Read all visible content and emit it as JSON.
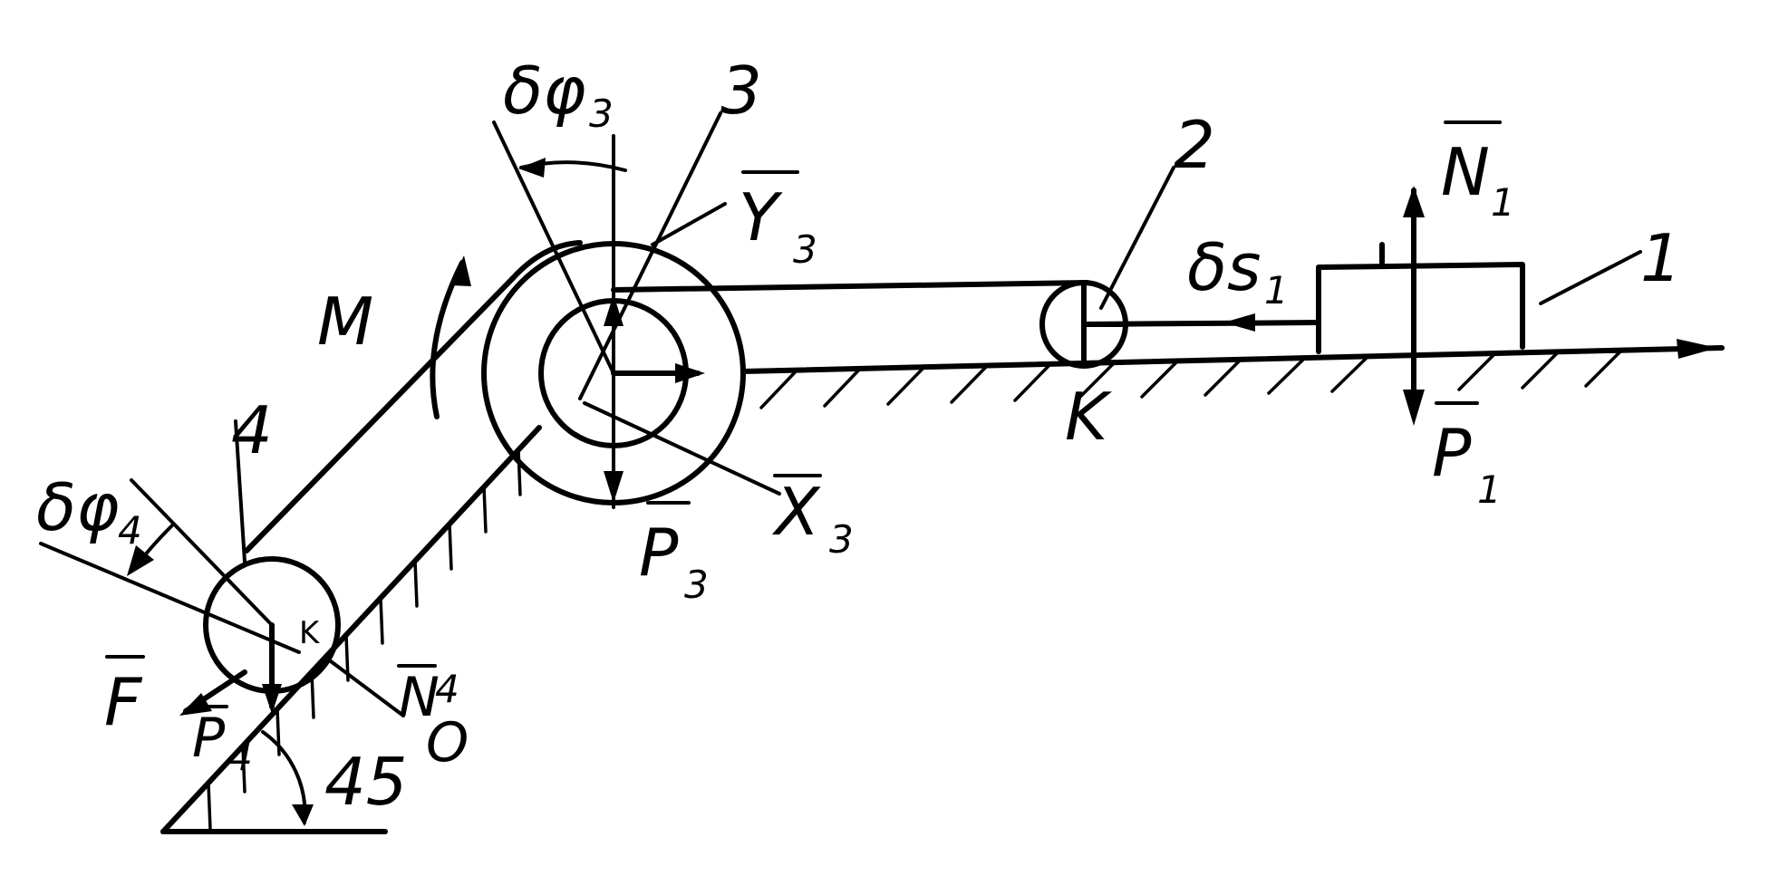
{
  "labels": {
    "body1": "1",
    "body2": "2",
    "body3": "3",
    "body4": "4",
    "moment": "M",
    "delta_phi3": "δφ",
    "delta_phi3_sub": "3",
    "delta_phi4": "δφ",
    "delta_phi4_sub": "4",
    "delta_s1": "δs",
    "delta_s1_sub": "1",
    "N1": "N",
    "N1_sub": "1",
    "P1": "P",
    "P1_sub": "1",
    "P3": "P",
    "P3_sub": "3",
    "P4": "P",
    "P4_sub": "4",
    "N4": "N",
    "N4_sub": "4",
    "Y3": "Y",
    "Y3_sub": "3",
    "X3": "X",
    "X3_sub": "3",
    "F": "F",
    "K_right": "K",
    "K_left": "K",
    "O": "O",
    "angle": "45"
  }
}
